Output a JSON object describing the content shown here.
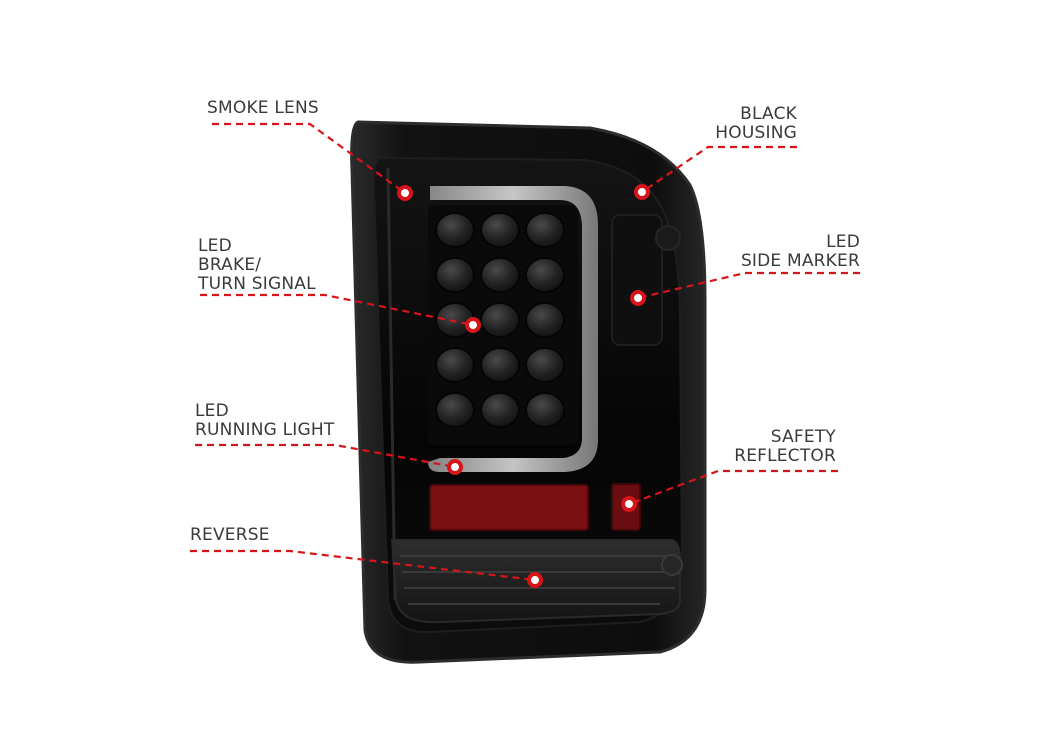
{
  "colors": {
    "callout": "#d7141a",
    "label_text": "#3a3a3a",
    "housing": "#151515",
    "lens": "#080808",
    "led": "#2b2b2b",
    "reflector": "#8a1014",
    "reverse_lens": "#3a3a3a"
  },
  "callouts": {
    "smoke_lens": "SMOKE LENS",
    "black_housing": "BLACK\nHOUSING",
    "led_brake_turn": "LED\nBRAKE/\nTURN SIGNAL",
    "led_side_marker": "LED\nSIDE MARKER",
    "led_running_light": "LED\nRUNNING LIGHT",
    "safety_reflector": "SAFETY\nREFLECTOR",
    "reverse": "REVERSE"
  }
}
